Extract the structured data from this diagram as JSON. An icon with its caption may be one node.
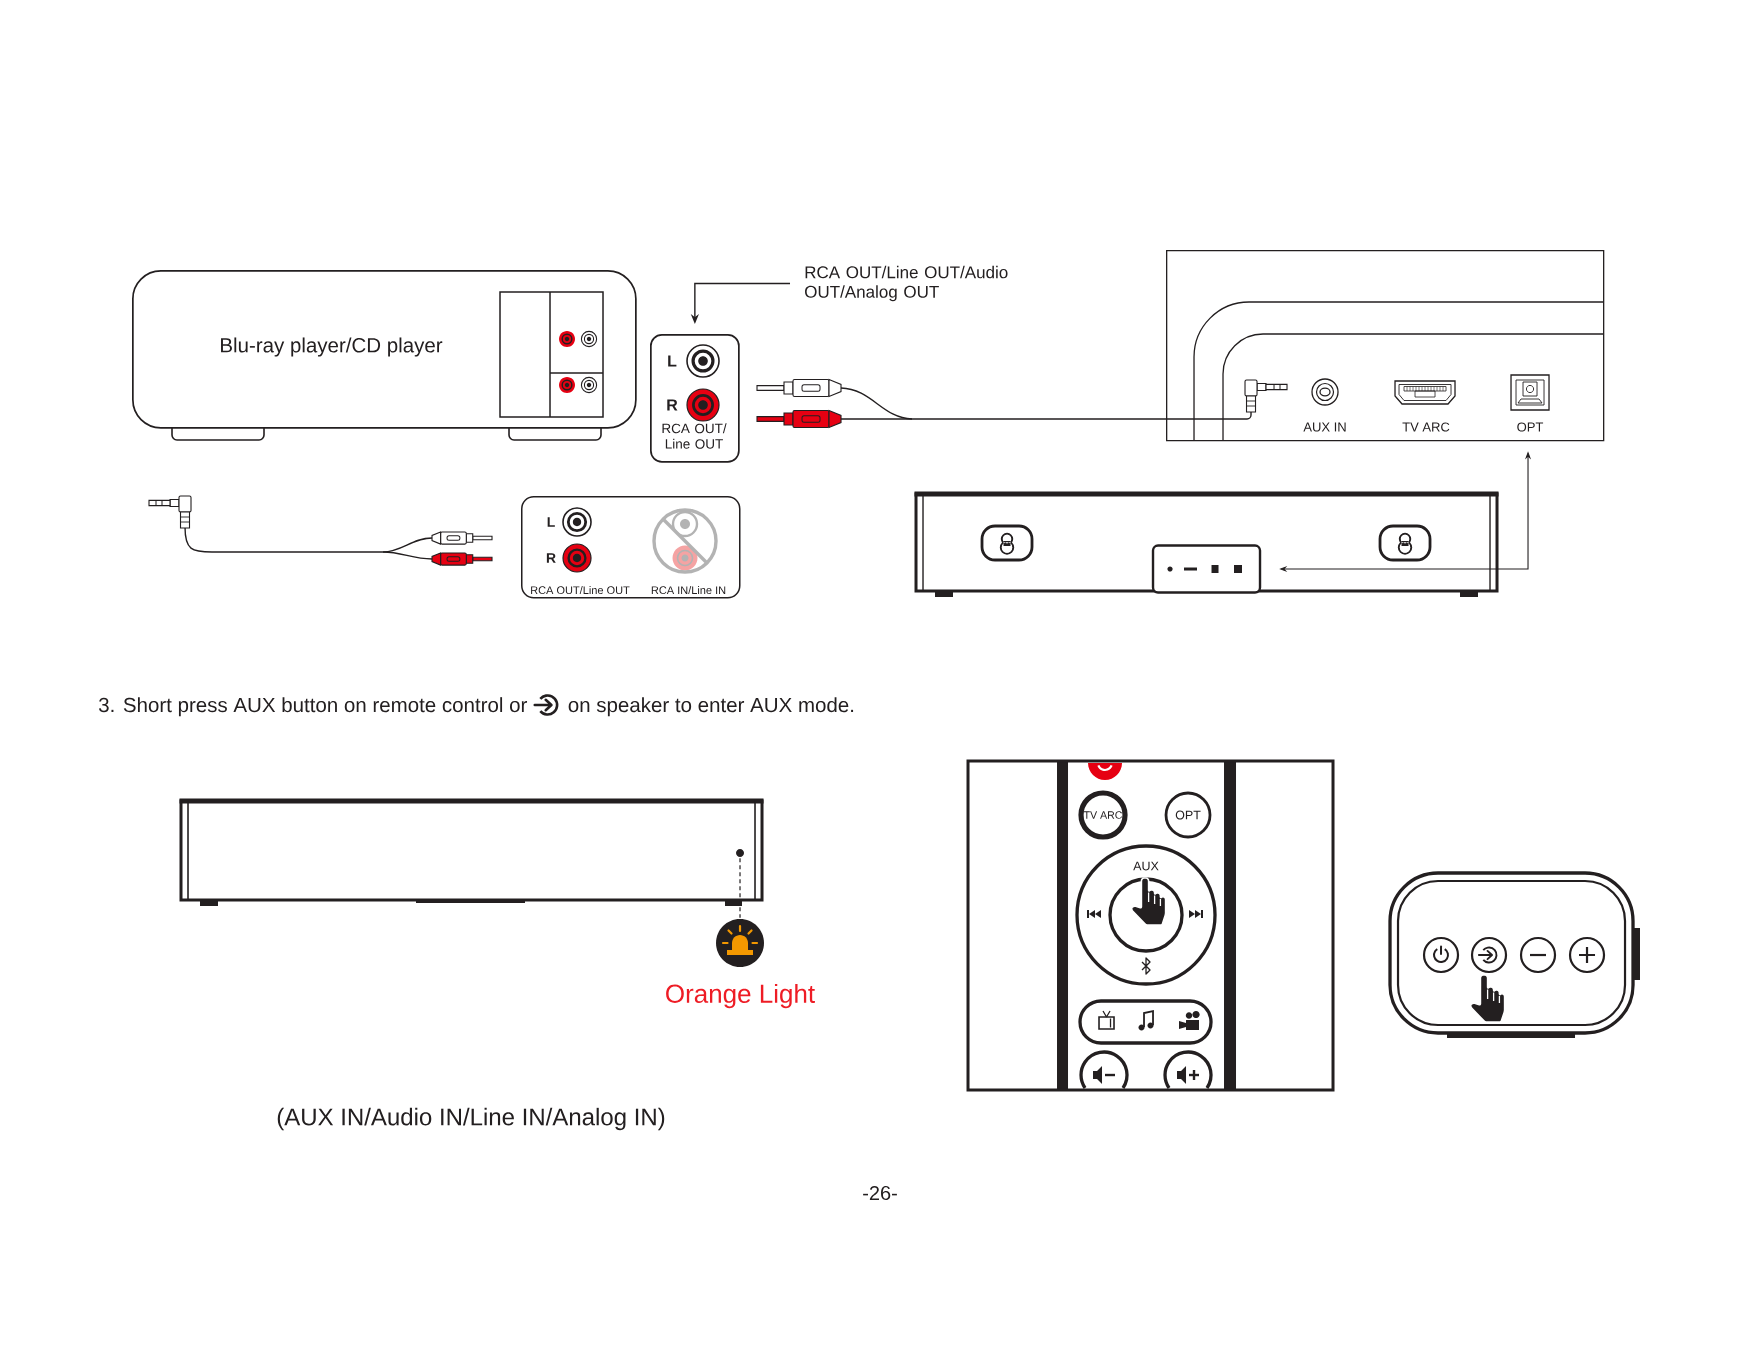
{
  "diagram": {
    "nodes": [
      {
        "text": [
          "Blu-ray player/CD player"
        ]
      },
      {
        "text": [
          "RCA OUT/Line OUT/Audio OUT/Analog OUT"
        ]
      },
      {
        "text": [
          "L",
          "R",
          "RCA OUT/ Line OUT"
        ]
      },
      {
        "text": [
          "AUX IN",
          "TV ARC",
          "OPT"
        ]
      },
      {
        "text": [
          "L",
          "R",
          "RCA OUT/Line OUT",
          "RCA IN/Line IN"
        ]
      },
      {
        "text": [],
        "shape": "box"
      },
      {
        "text": [],
        "shape": "circle"
      },
      {
        "text": [],
        "shape": "circle",
        "beside": [
          "Orange Light"
        ]
      },
      {
        "text": [
          "TV ARC"
        ]
      },
      {
        "text": [
          "OPT"
        ]
      },
      {
        "text": [
          "AUX"
        ]
      }
    ],
    "edges": [
      {
        "from": 1,
        "to": 2,
        "arrow": "to"
      },
      {
        "from": 5,
        "to": 3,
        "arrow": "both"
      },
      {
        "from": 6,
        "to": 7,
        "arrow": "none",
        "style": "dashed"
      }
    ],
    "labels": [
      "3. Short press AUX button on remote control or",
      "on speaker to enter AUX mode.",
      "(AUX IN/Audio IN/Line IN/Analog IN)",
      "-26-"
    ]
  }
}
